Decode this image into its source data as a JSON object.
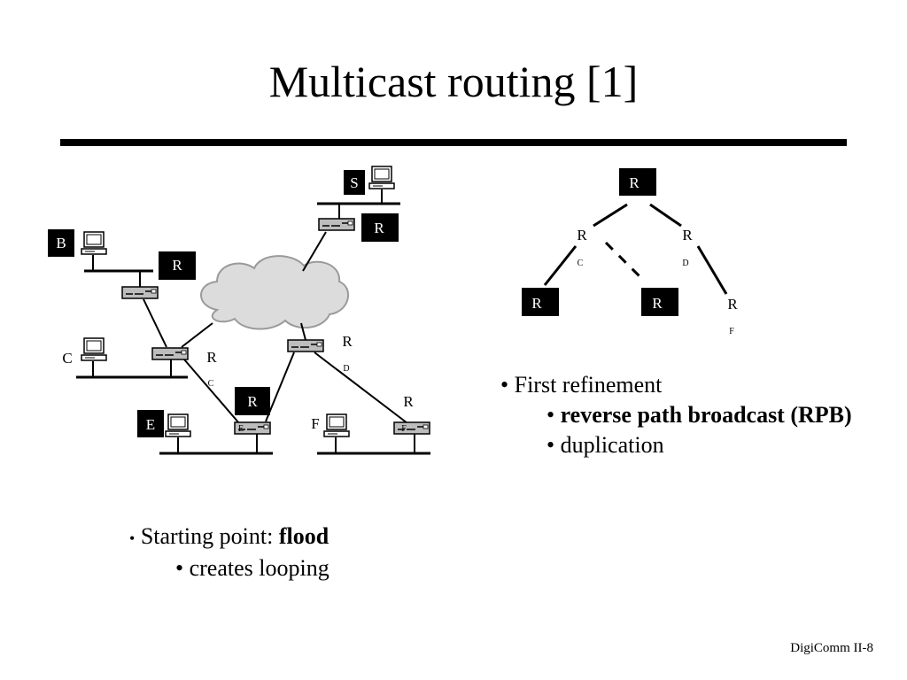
{
  "title": "Multicast routing [1]",
  "left_bullets": {
    "main_prefix": "Starting point: ",
    "main_bold": "flood",
    "sub": "creates looping"
  },
  "right_bullets": {
    "main": "First refinement",
    "sub1_bold": "reverse path broadcast (RPB)",
    "sub2": "duplication"
  },
  "footer": "DigiComm II-8",
  "labels": {
    "router": "R",
    "source": "S",
    "host_b": "B",
    "host_c": "C",
    "host_e": "E",
    "host_f": "F",
    "sub_c": "C",
    "sub_d": "D",
    "sub_e": "E",
    "sub_f": "F"
  }
}
